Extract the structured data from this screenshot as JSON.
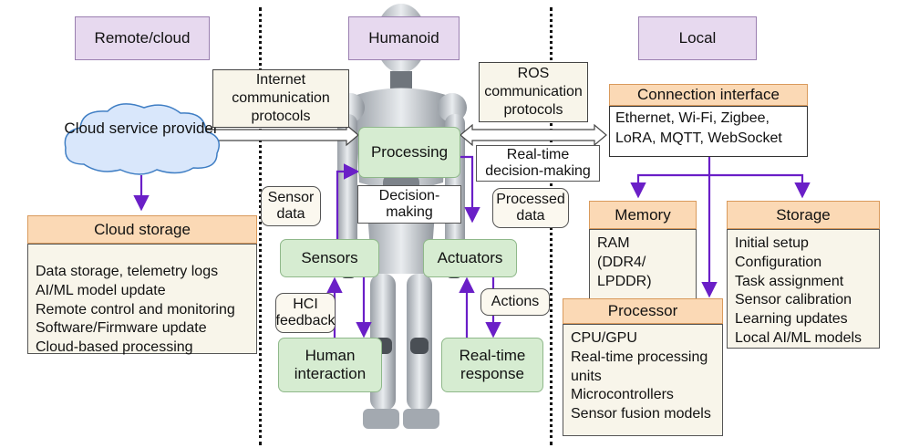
{
  "sections": {
    "remote": "Remote/cloud",
    "humanoid": "Humanoid",
    "local": "Local"
  },
  "cloud_provider": "Cloud service provider",
  "internet_protocols": "Internet communication protocols",
  "ros_protocols": "ROS communication protocols",
  "cloud_storage": {
    "title": "Cloud storage",
    "items": [
      "Data storage, telemetry logs",
      "AI/ML model update",
      "Remote control and monitoring",
      "Software/Firmware update",
      "Cloud-based processing"
    ]
  },
  "humanoid": {
    "processing": "Processing",
    "decision_making": "Decision-making",
    "sensors": "Sensors",
    "actuators": "Actuators",
    "human_interaction": "Human interaction",
    "realtime_response": "Real-time response",
    "sensor_data": "Sensor data",
    "hci_feedback": "HCI feedback",
    "actions": "Actions",
    "realtime_decision": "Real-time decision-making",
    "processed_data": "Processed data"
  },
  "connection": {
    "title": "Connection interface",
    "text": "Ethernet, Wi-Fi, Zigbee, LoRA, MQTT, WebSocket"
  },
  "memory": {
    "title": "Memory",
    "items": [
      "RAM",
      "(DDR4/",
      "LPDDR)"
    ]
  },
  "storage": {
    "title": "Storage",
    "items": [
      "Initial setup",
      "Configuration",
      "Task assignment",
      "Sensor calibration",
      "Learning updates",
      "Local AI/ML models"
    ]
  },
  "processor": {
    "title": "Processor",
    "items": [
      "CPU/GPU",
      "Real-time processing",
      "units",
      "Microcontrollers",
      "Sensor fusion models"
    ]
  },
  "colors": {
    "arrow": "#6a1fc7",
    "header": "#e7d9ef",
    "green_box": "#d6ecd1",
    "orange_title": "#fbd9b5",
    "cream": "#f8f5ea",
    "cloud": "#d9e7fb"
  }
}
